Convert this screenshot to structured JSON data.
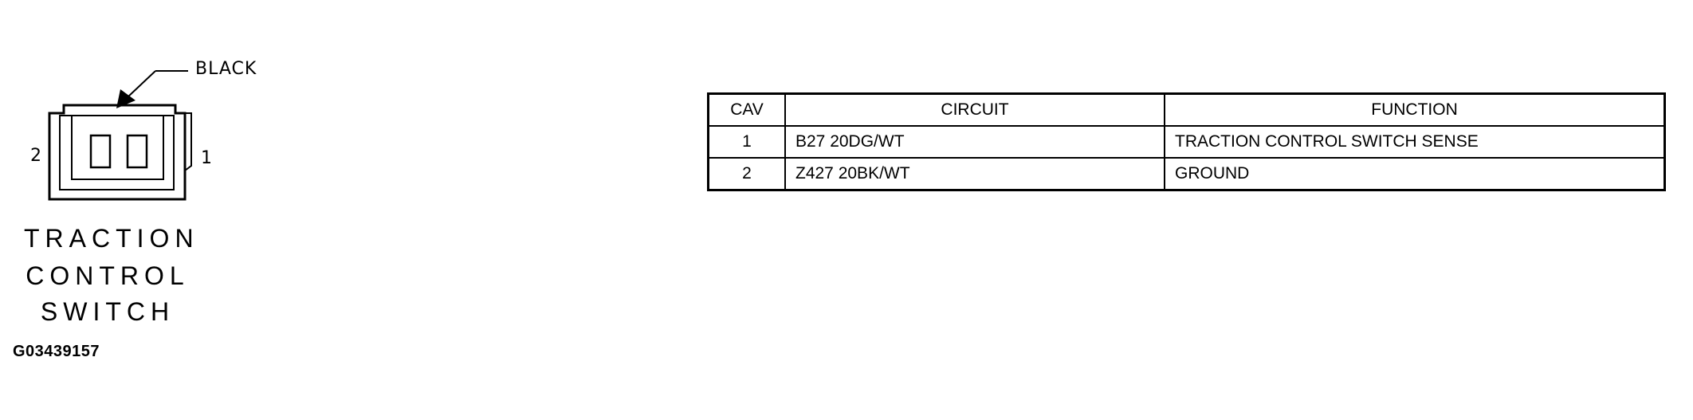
{
  "connector": {
    "color_callout": "BLACK",
    "pin_left": "2",
    "pin_right": "1",
    "caption_lines": [
      "TRACTION",
      "CONTROL",
      "SWITCH"
    ]
  },
  "figure_id": "G03439157",
  "pinout_table": {
    "headers": [
      "CAV",
      "CIRCUIT",
      "FUNCTION"
    ],
    "rows": [
      {
        "cav": "1",
        "circuit": "B27 20DG/WT",
        "function": "TRACTION CONTROL SWITCH SENSE"
      },
      {
        "cav": "2",
        "circuit": "Z427 20BK/WT",
        "function": "GROUND"
      }
    ]
  }
}
